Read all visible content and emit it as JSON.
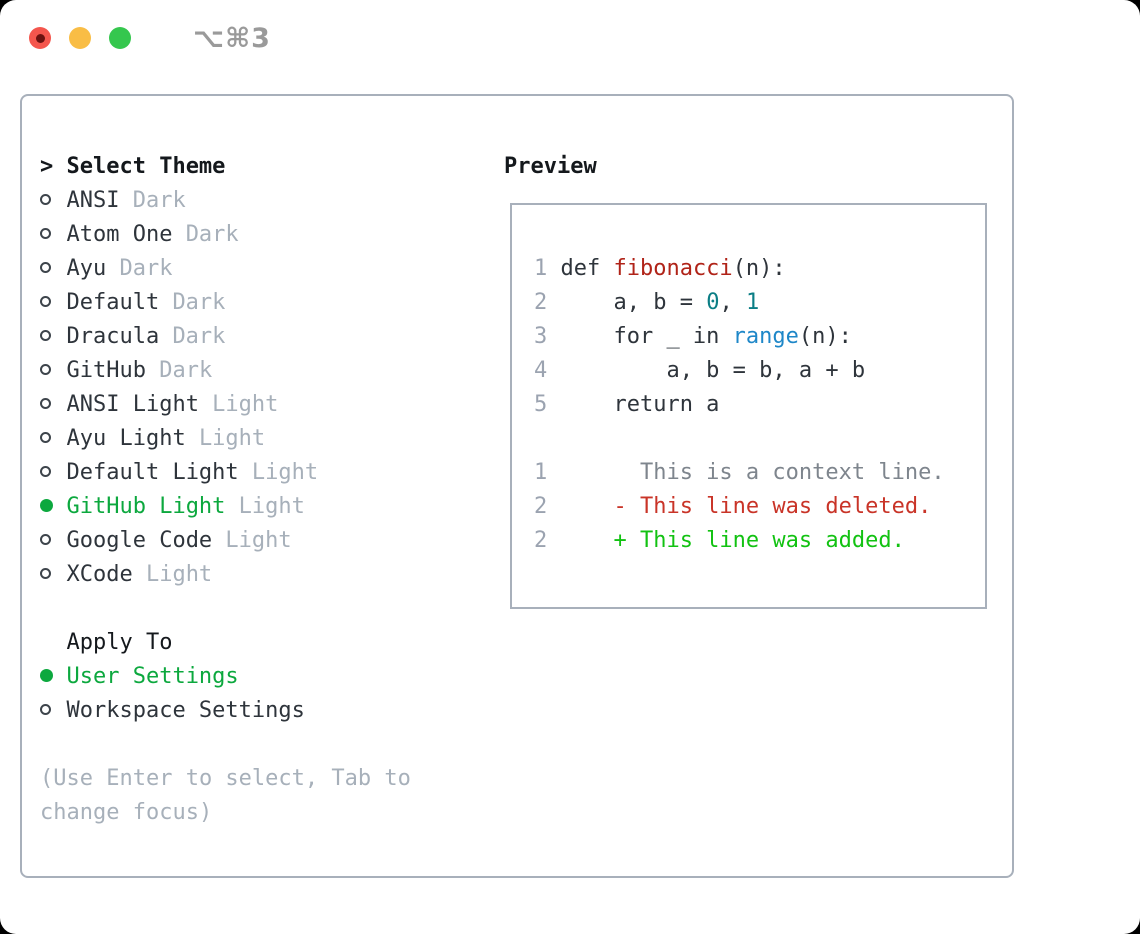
{
  "window": {
    "title": "⌥⌘3"
  },
  "theme_picker": {
    "prompt": ">",
    "heading": "Select Theme",
    "themes": [
      {
        "name": "ANSI",
        "tag": "Dark",
        "selected": false
      },
      {
        "name": "Atom One",
        "tag": "Dark",
        "selected": false
      },
      {
        "name": "Ayu",
        "tag": "Dark",
        "selected": false
      },
      {
        "name": "Default",
        "tag": "Dark",
        "selected": false
      },
      {
        "name": "Dracula",
        "tag": "Dark",
        "selected": false
      },
      {
        "name": "GitHub",
        "tag": "Dark",
        "selected": false
      },
      {
        "name": "ANSI Light",
        "tag": "Light",
        "selected": false
      },
      {
        "name": "Ayu Light",
        "tag": "Light",
        "selected": false
      },
      {
        "name": "Default Light",
        "tag": "Light",
        "selected": false
      },
      {
        "name": "GitHub Light",
        "tag": "Light",
        "selected": true
      },
      {
        "name": "Google Code",
        "tag": "Light",
        "selected": false
      },
      {
        "name": "XCode",
        "tag": "Light",
        "selected": false
      }
    ],
    "apply_heading": "Apply To",
    "apply_options": [
      {
        "name": "User Settings",
        "selected": true
      },
      {
        "name": "Workspace Settings",
        "selected": false
      }
    ],
    "hint": "(Use Enter to select, Tab to change focus)"
  },
  "preview": {
    "heading": "Preview",
    "lines": [
      {
        "num": "1",
        "kind": "code",
        "tokens": [
          {
            "text": "def ",
            "style": "plain"
          },
          {
            "text": "fibonacci",
            "style": "func"
          },
          {
            "text": "(n):",
            "style": "plain"
          }
        ]
      },
      {
        "num": "2",
        "kind": "code",
        "tokens": [
          {
            "text": "    a, b = ",
            "style": "plain"
          },
          {
            "text": "0",
            "style": "num"
          },
          {
            "text": ", ",
            "style": "plain"
          },
          {
            "text": "1",
            "style": "num"
          }
        ]
      },
      {
        "num": "3",
        "kind": "code",
        "tokens": [
          {
            "text": "    for _ in ",
            "style": "plain"
          },
          {
            "text": "range",
            "style": "builtin"
          },
          {
            "text": "(n):",
            "style": "plain"
          }
        ]
      },
      {
        "num": "4",
        "kind": "code",
        "tokens": [
          {
            "text": "        a, b = b, a + b",
            "style": "plain"
          }
        ]
      },
      {
        "num": "5",
        "kind": "code",
        "tokens": [
          {
            "text": "    return a",
            "style": "plain"
          }
        ]
      },
      {
        "num": "",
        "kind": "blank",
        "tokens": []
      },
      {
        "num": "1",
        "kind": "context",
        "tokens": [
          {
            "text": "      This is a context line.",
            "style": "context"
          }
        ]
      },
      {
        "num": "2",
        "kind": "deleted",
        "tokens": [
          {
            "text": "    - This line was deleted.",
            "style": "deleted"
          }
        ]
      },
      {
        "num": "2",
        "kind": "added",
        "tokens": [
          {
            "text": "    + This line was added.",
            "style": "added"
          }
        ]
      }
    ]
  },
  "colors": {
    "selected_green": "#0ca83e",
    "added_green": "#12c212",
    "deleted_red": "#c93428",
    "function_red": "#b02318",
    "number_teal": "#0b7e85",
    "builtin_blue": "#1e87c8",
    "context_gray": "#7e858d",
    "text_dark": "#2e343b",
    "heading_black": "#14181c",
    "muted_gray": "#a7b0ba",
    "linenumber_gray": "#9ba3b0",
    "border_gray": "#a8b0bb",
    "titlebar_gray": "#9a9a9a",
    "light_red": "#f4564d",
    "light_red_dot": "#6b1210",
    "light_yellow": "#f9bd45",
    "light_green": "#35c74e"
  }
}
